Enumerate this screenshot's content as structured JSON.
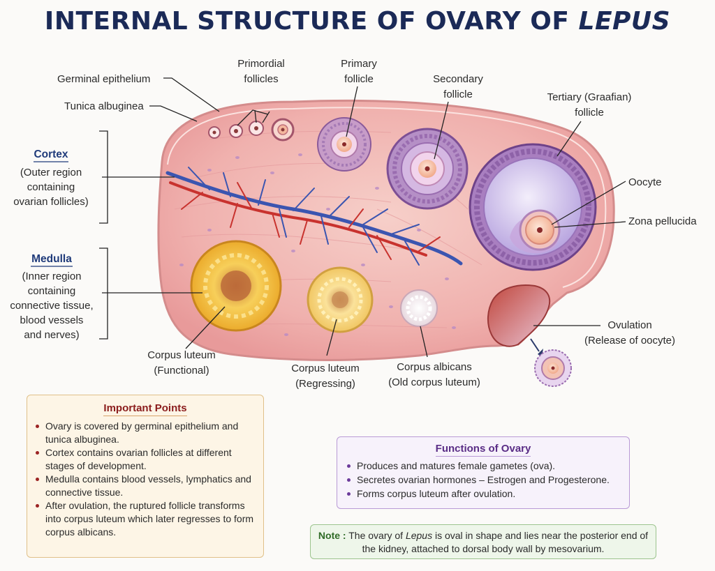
{
  "title": {
    "main": "INTERNAL STRUCTURE OF OVARY OF ",
    "italic": "LEPUS"
  },
  "labels": {
    "germinal_epithelium": "Germinal epithelium",
    "tunica_albuginea": "Tunica albuginea",
    "primordial_1": "Primordial",
    "primordial_2": "follicles",
    "primary_1": "Primary",
    "primary_2": "follicle",
    "secondary_1": "Secondary",
    "secondary_2": "follicle",
    "tertiary_1": "Tertiary (Graafian)",
    "tertiary_2": "follicle",
    "oocyte": "Oocyte",
    "zona_pellucida": "Zona pellucida",
    "ovulation_1": "Ovulation",
    "ovulation_2": "(Release of oocyte)",
    "cl_functional_1": "Corpus luteum",
    "cl_functional_2": "(Functional)",
    "cl_regressing_1": "Corpus luteum",
    "cl_regressing_2": "(Regressing)",
    "albicans_1": "Corpus albicans",
    "albicans_2": "(Old corpus luteum)"
  },
  "regions": {
    "cortex_title": "Cortex",
    "cortex_desc": [
      "(Outer region",
      "containing",
      "ovarian follicles)"
    ],
    "medulla_title": "Medulla",
    "medulla_desc": [
      "(Inner region",
      "containing",
      "connective tissue,",
      "blood vessels",
      "and nerves)"
    ]
  },
  "important_points": {
    "title": "Important Points",
    "items": [
      "Ovary is covered by germinal epithelium and tunica albuginea.",
      "Cortex contains ovarian follicles at different stages of development.",
      "Medulla contains blood vessels, lymphatics and connective tissue.",
      "After ovulation, the ruptured follicle transforms into corpus luteum which later regresses to form corpus albicans."
    ]
  },
  "functions": {
    "title": "Functions of Ovary",
    "items": [
      "Produces and matures female gametes (ova).",
      "Secretes ovarian hormones – Estrogen and Progesterone.",
      "Forms corpus luteum after ovulation."
    ]
  },
  "note": {
    "label": "Note :",
    "text_before": " The ovary of ",
    "italic": "Lepus",
    "text_after": " is oval in shape and lies near the posterior end of the kidney, attached to dorsal body wall by mesovarium."
  },
  "colors": {
    "title": "#1b2a57",
    "region_heading": "#1f3a7a",
    "ovary_fill": "#f2b8b8",
    "artery": "#c8322e",
    "vein": "#3b55b0",
    "corpus_luteum": "#f2b634",
    "graafian_antrum": "#d9ccf0"
  }
}
